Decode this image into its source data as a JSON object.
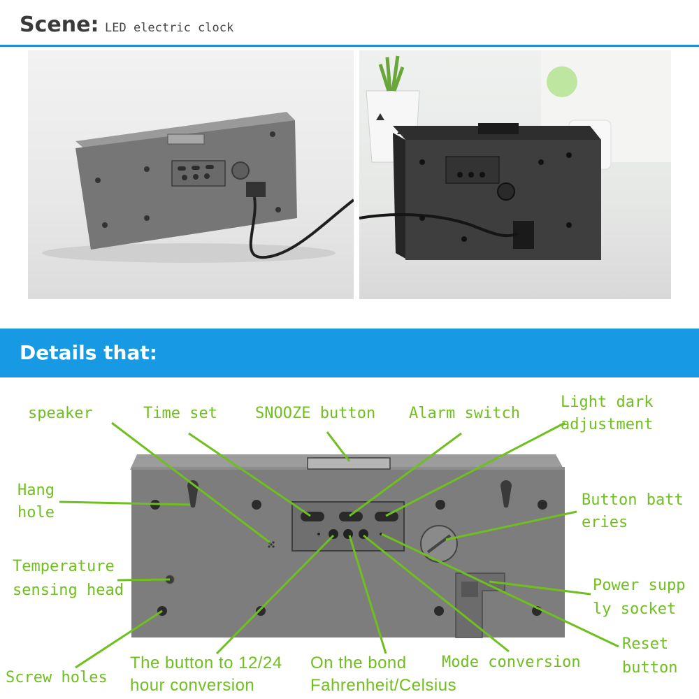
{
  "scene": {
    "title": "Scene:",
    "subtitle": "LED electric clock"
  },
  "details": {
    "title": "Details that:"
  },
  "labels": {
    "speaker": "speaker",
    "time_set": "Time set",
    "snooze": "SNOOZE button",
    "alarm_switch": "Alarm switch",
    "light_dark_1": "Light dark",
    "light_dark_2": "adjustment",
    "hang_hole_1": "Hang",
    "hang_hole_2": "hole",
    "button_batt_1": "Button batt",
    "button_batt_2": "eries",
    "temp_1": "Temperature",
    "temp_2": "sensing head",
    "power_1": "Power supp",
    "power_2": "ly socket",
    "reset_1": "Reset",
    "reset_2": "button",
    "screw_holes": "Screw holes",
    "btn1224_1": "The button to 12/24",
    "btn1224_2": "hour conversion",
    "bond_1": "On the bond",
    "bond_2": "Fahrenheit/Celsius",
    "mode_conv": "Mode conversion"
  },
  "colors": {
    "accent_blue": "#1799e3",
    "label_green": "#6fbf1f",
    "device_gray": "#7d7d7d"
  }
}
